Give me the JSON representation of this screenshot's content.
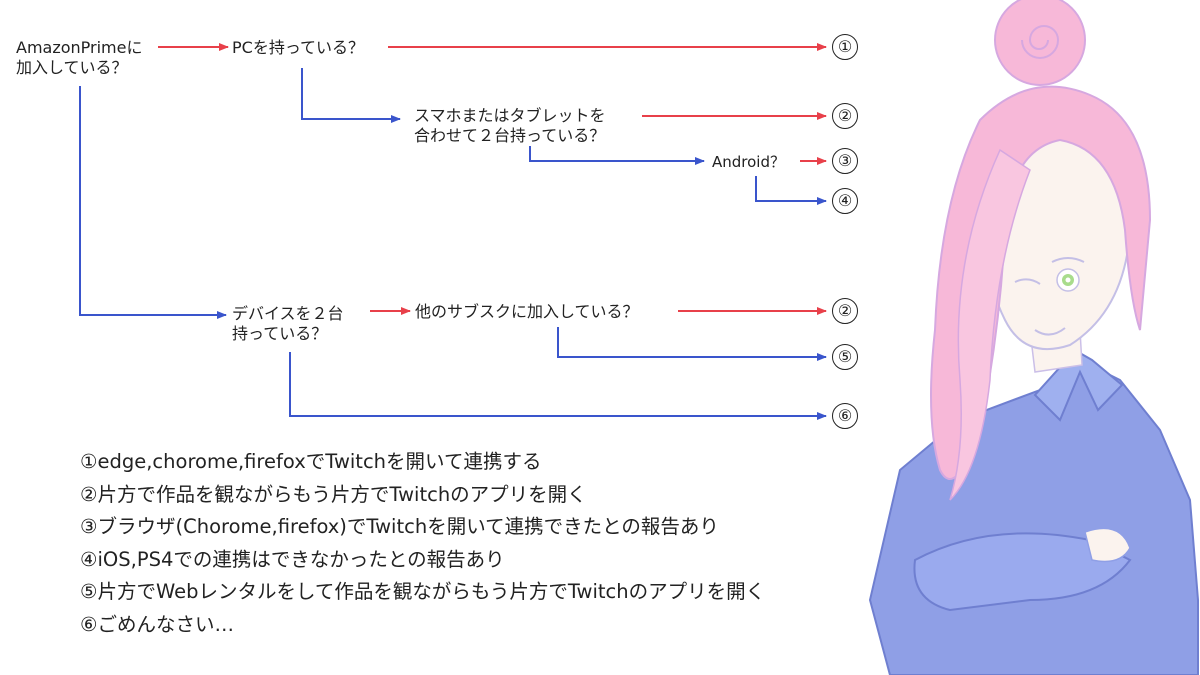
{
  "nodes": {
    "q_prime": [
      "AmazonPrimeに",
      "加入している？"
    ],
    "q_pc": [
      "PCを持っている？"
    ],
    "q_phone": [
      "スマホまたはタブレットを",
      "合わせて２台持っている？"
    ],
    "q_android": [
      "Android？"
    ],
    "q_devices": [
      "デバイスを２台",
      "持っている？"
    ],
    "q_subscribe": [
      "他のサブスクに加入している？"
    ]
  },
  "results": [
    "①",
    "②",
    "③",
    "④",
    "②",
    "⑤",
    "⑥"
  ],
  "legend": [
    "①edge,chorome,firefoxでTwitchを開いて連携する",
    "②片方で作品を観ながらもう片方でTwitchのアプリを開く",
    "③ブラウザ(Chorome,firefox)でTwitchを開いて連携できたとの報告あり",
    "④iOS,PS4での連携はできなかったとの報告あり",
    "⑤片方でWebレンタルをして作品を観ながらもう片方でTwitchのアプリを開く",
    "⑥ごめんなさい…"
  ],
  "colors": {
    "yes_arrow": "#e8404a",
    "no_arrow": "#3a55cc",
    "hair": "#f7b8d8",
    "shirt": "#8f9fe6",
    "skin": "#fbf3ee",
    "eye": "#a8dc8c"
  },
  "icons": [
    "girl-illustration"
  ]
}
